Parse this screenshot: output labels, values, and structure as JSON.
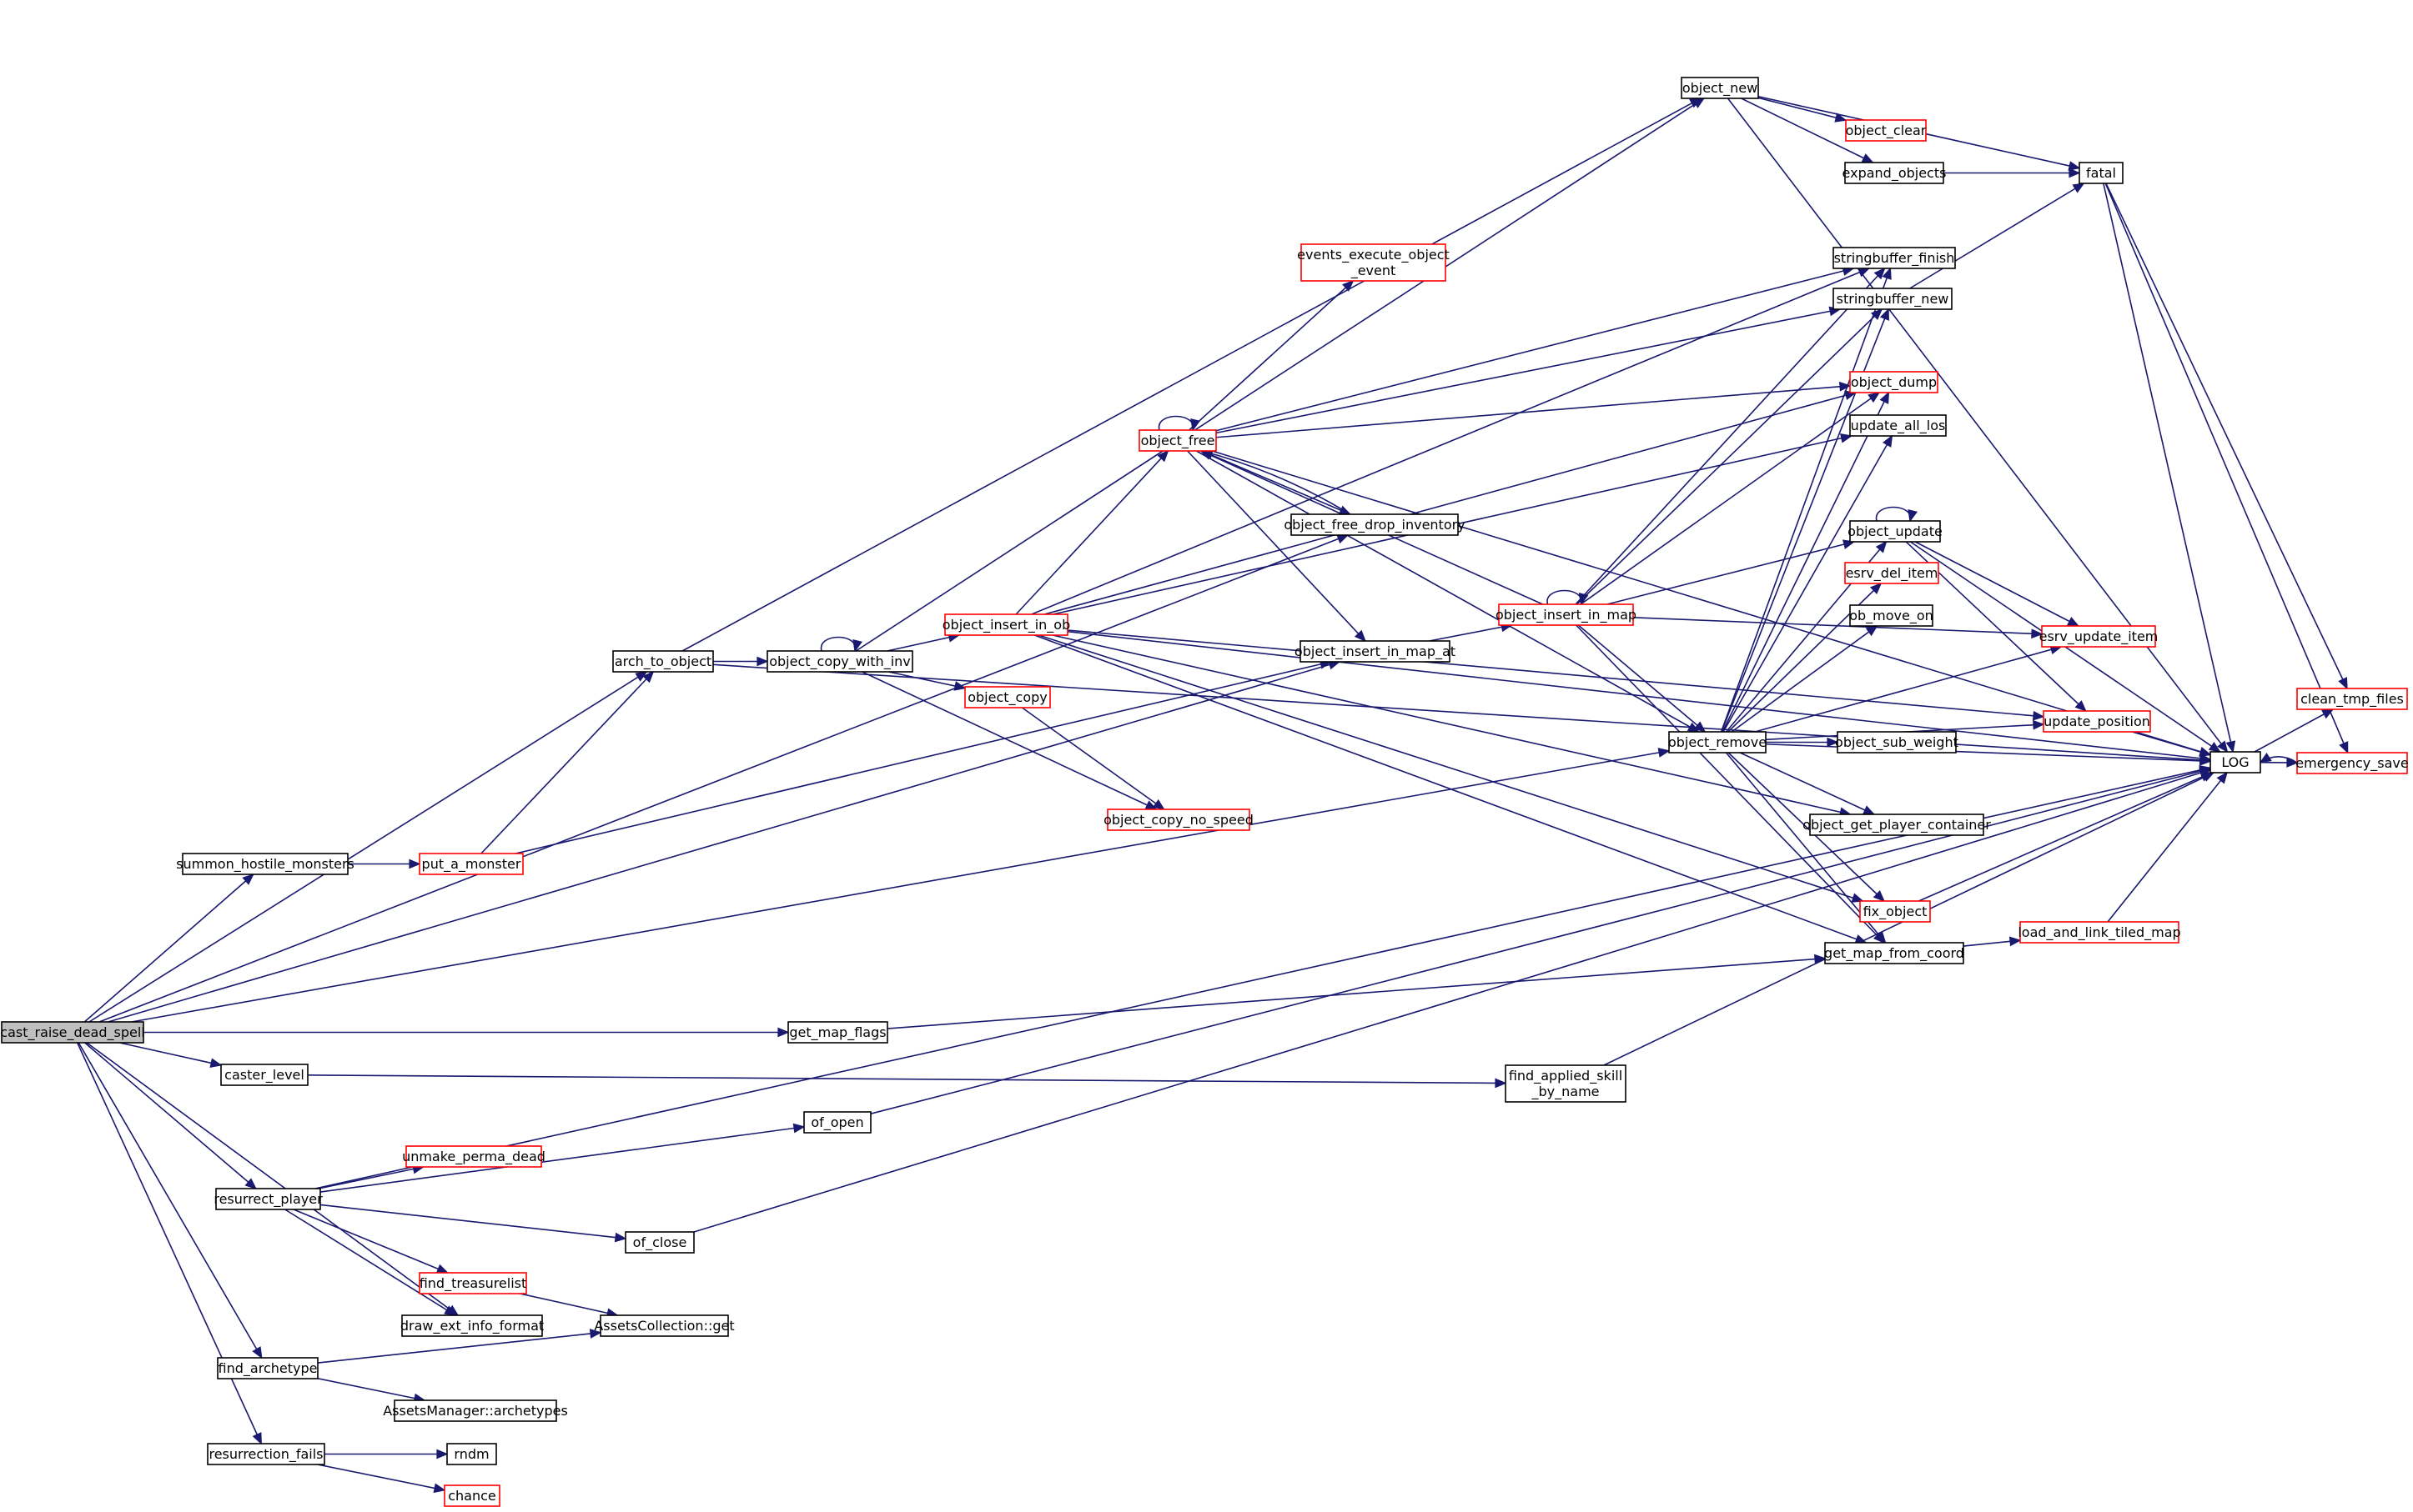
{
  "colors": {
    "edge": "#191970",
    "node_border_normal": "#000000",
    "node_border_truncated": "#ff0000",
    "node_fill_normal": "#ffffff",
    "node_fill_root": "#bfbfbf"
  },
  "nodes": {
    "cast_raise_dead_spell": {
      "lines": [
        "cast_raise_dead_spell"
      ],
      "style": "root"
    },
    "arch_to_object": {
      "lines": [
        "arch_to_object"
      ],
      "style": "normal"
    },
    "object_copy_with_inv": {
      "lines": [
        "object_copy_with_inv"
      ],
      "style": "normal"
    },
    "object_insert_in_ob": {
      "lines": [
        "object_insert_in_ob"
      ],
      "style": "truncated"
    },
    "object_copy": {
      "lines": [
        "object_copy"
      ],
      "style": "truncated"
    },
    "object_copy_no_speed": {
      "lines": [
        "object_copy_no_speed"
      ],
      "style": "truncated"
    },
    "object_new": {
      "lines": [
        "object_new"
      ],
      "style": "normal"
    },
    "object_clear": {
      "lines": [
        "object_clear"
      ],
      "style": "truncated"
    },
    "expand_objects": {
      "lines": [
        "expand_objects"
      ],
      "style": "normal"
    },
    "fatal": {
      "lines": [
        "fatal"
      ],
      "style": "normal"
    },
    "events_execute_object_event": {
      "lines": [
        "events_execute_object",
        "_event"
      ],
      "style": "truncated"
    },
    "stringbuffer_finish": {
      "lines": [
        "stringbuffer_finish"
      ],
      "style": "normal"
    },
    "stringbuffer_new": {
      "lines": [
        "stringbuffer_new"
      ],
      "style": "normal"
    },
    "object_dump": {
      "lines": [
        "object_dump"
      ],
      "style": "truncated"
    },
    "update_all_los": {
      "lines": [
        "update_all_los"
      ],
      "style": "normal"
    },
    "object_free": {
      "lines": [
        "object_free"
      ],
      "style": "truncated"
    },
    "object_free_drop_inventory": {
      "lines": [
        "object_free_drop_inventory"
      ],
      "style": "normal"
    },
    "object_insert_in_map_at": {
      "lines": [
        "object_insert_in_map_at"
      ],
      "style": "normal"
    },
    "object_insert_in_map": {
      "lines": [
        "object_insert_in_map"
      ],
      "style": "truncated"
    },
    "object_update": {
      "lines": [
        "object_update"
      ],
      "style": "normal"
    },
    "esrv_del_item": {
      "lines": [
        "esrv_del_item"
      ],
      "style": "truncated"
    },
    "ob_move_on": {
      "lines": [
        "ob_move_on"
      ],
      "style": "normal"
    },
    "esrv_update_item": {
      "lines": [
        "esrv_update_item"
      ],
      "style": "truncated"
    },
    "update_position": {
      "lines": [
        "update_position"
      ],
      "style": "truncated"
    },
    "object_remove": {
      "lines": [
        "object_remove"
      ],
      "style": "normal"
    },
    "object_sub_weight": {
      "lines": [
        "object_sub_weight"
      ],
      "style": "normal"
    },
    "object_get_player_container": {
      "lines": [
        "object_get_player_container"
      ],
      "style": "normal"
    },
    "fix_object": {
      "lines": [
        "fix_object"
      ],
      "style": "truncated"
    },
    "get_map_from_coord": {
      "lines": [
        "get_map_from_coord"
      ],
      "style": "normal"
    },
    "load_and_link_tiled_map": {
      "lines": [
        "load_and_link_tiled_map"
      ],
      "style": "truncated"
    },
    "LOG": {
      "lines": [
        "LOG"
      ],
      "style": "normal"
    },
    "clean_tmp_files": {
      "lines": [
        "clean_tmp_files"
      ],
      "style": "truncated"
    },
    "emergency_save": {
      "lines": [
        "emergency_save"
      ],
      "style": "truncated"
    },
    "summon_hostile_monsters": {
      "lines": [
        "summon_hostile_monsters"
      ],
      "style": "normal"
    },
    "put_a_monster": {
      "lines": [
        "put_a_monster"
      ],
      "style": "truncated"
    },
    "get_map_flags": {
      "lines": [
        "get_map_flags"
      ],
      "style": "normal"
    },
    "caster_level": {
      "lines": [
        "caster_level"
      ],
      "style": "normal"
    },
    "find_applied_skill_by_name": {
      "lines": [
        "find_applied_skill",
        "_by_name"
      ],
      "style": "normal"
    },
    "of_open": {
      "lines": [
        "of_open"
      ],
      "style": "normal"
    },
    "resurrect_player": {
      "lines": [
        "resurrect_player"
      ],
      "style": "normal"
    },
    "unmake_perma_dead": {
      "lines": [
        "unmake_perma_dead"
      ],
      "style": "truncated"
    },
    "of_close": {
      "lines": [
        "of_close"
      ],
      "style": "normal"
    },
    "find_treasurelist": {
      "lines": [
        "find_treasurelist"
      ],
      "style": "truncated"
    },
    "draw_ext_info_format": {
      "lines": [
        "draw_ext_info_format"
      ],
      "style": "normal"
    },
    "AssetsCollection_get": {
      "lines": [
        "AssetsCollection::get"
      ],
      "style": "normal"
    },
    "find_archetype": {
      "lines": [
        "find_archetype"
      ],
      "style": "normal"
    },
    "AssetsManager_archetypes": {
      "lines": [
        "AssetsManager::archetypes"
      ],
      "style": "normal"
    },
    "resurrection_fails": {
      "lines": [
        "resurrection_fails"
      ],
      "style": "normal"
    },
    "rndm": {
      "lines": [
        "rndm"
      ],
      "style": "normal"
    },
    "chance": {
      "lines": [
        "chance"
      ],
      "style": "truncated"
    }
  },
  "edges": [
    [
      "cast_raise_dead_spell",
      "arch_to_object"
    ],
    [
      "cast_raise_dead_spell",
      "summon_hostile_monsters"
    ],
    [
      "cast_raise_dead_spell",
      "object_free_drop_inventory"
    ],
    [
      "cast_raise_dead_spell",
      "object_insert_in_map_at"
    ],
    [
      "cast_raise_dead_spell",
      "object_remove"
    ],
    [
      "cast_raise_dead_spell",
      "get_map_flags"
    ],
    [
      "cast_raise_dead_spell",
      "caster_level"
    ],
    [
      "cast_raise_dead_spell",
      "resurrect_player"
    ],
    [
      "cast_raise_dead_spell",
      "draw_ext_info_format"
    ],
    [
      "cast_raise_dead_spell",
      "find_archetype"
    ],
    [
      "cast_raise_dead_spell",
      "resurrection_fails"
    ],
    [
      "arch_to_object",
      "object_copy_with_inv"
    ],
    [
      "arch_to_object",
      "object_new"
    ],
    [
      "arch_to_object",
      "LOG"
    ],
    [
      "object_copy_with_inv",
      "object_copy_with_inv"
    ],
    [
      "object_copy_with_inv",
      "object_new"
    ],
    [
      "object_copy_with_inv",
      "object_insert_in_ob"
    ],
    [
      "object_copy_with_inv",
      "object_copy"
    ],
    [
      "object_copy_with_inv",
      "object_copy_no_speed"
    ],
    [
      "object_copy",
      "object_copy_no_speed"
    ],
    [
      "object_insert_in_ob",
      "object_free"
    ],
    [
      "object_insert_in_ob",
      "stringbuffer_finish"
    ],
    [
      "object_insert_in_ob",
      "object_dump"
    ],
    [
      "object_insert_in_ob",
      "update_all_los"
    ],
    [
      "object_insert_in_ob",
      "object_get_player_container"
    ],
    [
      "object_insert_in_ob",
      "fix_object"
    ],
    [
      "object_insert_in_ob",
      "get_map_from_coord"
    ],
    [
      "object_insert_in_ob",
      "update_position"
    ],
    [
      "object_insert_in_ob",
      "LOG"
    ],
    [
      "object_new",
      "object_clear"
    ],
    [
      "object_new",
      "expand_objects"
    ],
    [
      "object_new",
      "fatal"
    ],
    [
      "object_new",
      "LOG"
    ],
    [
      "expand_objects",
      "fatal"
    ],
    [
      "fatal",
      "clean_tmp_files"
    ],
    [
      "fatal",
      "emergency_save"
    ],
    [
      "fatal",
      "LOG"
    ],
    [
      "stringbuffer_new",
      "fatal"
    ],
    [
      "object_free",
      "object_free"
    ],
    [
      "object_free",
      "events_execute_object_event"
    ],
    [
      "object_free",
      "stringbuffer_finish"
    ],
    [
      "object_free",
      "stringbuffer_new"
    ],
    [
      "object_free",
      "object_dump"
    ],
    [
      "object_free",
      "object_free_drop_inventory"
    ],
    [
      "object_free",
      "object_insert_in_map_at"
    ],
    [
      "object_free",
      "object_remove"
    ],
    [
      "object_free",
      "LOG"
    ],
    [
      "object_free_drop_inventory",
      "object_free"
    ],
    [
      "object_insert_in_map_at",
      "object_insert_in_map"
    ],
    [
      "object_insert_in_map",
      "object_insert_in_map"
    ],
    [
      "object_insert_in_map",
      "object_free"
    ],
    [
      "object_insert_in_map",
      "stringbuffer_finish"
    ],
    [
      "object_insert_in_map",
      "stringbuffer_new"
    ],
    [
      "object_insert_in_map",
      "object_dump"
    ],
    [
      "object_insert_in_map",
      "object_update"
    ],
    [
      "object_insert_in_map",
      "object_remove"
    ],
    [
      "object_insert_in_map",
      "get_map_from_coord"
    ],
    [
      "object_insert_in_map",
      "esrv_update_item"
    ],
    [
      "object_remove",
      "stringbuffer_finish"
    ],
    [
      "object_remove",
      "stringbuffer_new"
    ],
    [
      "object_remove",
      "object_dump"
    ],
    [
      "object_remove",
      "update_all_los"
    ],
    [
      "object_remove",
      "object_update"
    ],
    [
      "object_remove",
      "esrv_del_item"
    ],
    [
      "object_remove",
      "ob_move_on"
    ],
    [
      "object_remove",
      "esrv_update_item"
    ],
    [
      "object_remove",
      "update_position"
    ],
    [
      "object_remove",
      "object_sub_weight"
    ],
    [
      "object_remove",
      "LOG"
    ],
    [
      "object_remove",
      "object_get_player_container"
    ],
    [
      "object_remove",
      "fix_object"
    ],
    [
      "object_remove",
      "get_map_from_coord"
    ],
    [
      "object_update",
      "object_update"
    ],
    [
      "object_update",
      "esrv_update_item"
    ],
    [
      "object_update",
      "update_position"
    ],
    [
      "object_update",
      "LOG"
    ],
    [
      "update_position",
      "LOG"
    ],
    [
      "fix_object",
      "LOG"
    ],
    [
      "get_map_from_coord",
      "load_and_link_tiled_map"
    ],
    [
      "load_and_link_tiled_map",
      "LOG"
    ],
    [
      "LOG",
      "clean_tmp_files"
    ],
    [
      "LOG",
      "emergency_save"
    ],
    [
      "emergency_save",
      "LOG"
    ],
    [
      "summon_hostile_monsters",
      "put_a_monster"
    ],
    [
      "put_a_monster",
      "arch_to_object"
    ],
    [
      "put_a_monster",
      "object_insert_in_map_at"
    ],
    [
      "get_map_flags",
      "get_map_from_coord"
    ],
    [
      "caster_level",
      "find_applied_skill_by_name"
    ],
    [
      "find_applied_skill_by_name",
      "LOG"
    ],
    [
      "resurrect_player",
      "of_open"
    ],
    [
      "resurrect_player",
      "unmake_perma_dead"
    ],
    [
      "resurrect_player",
      "LOG"
    ],
    [
      "resurrect_player",
      "of_close"
    ],
    [
      "resurrect_player",
      "find_treasurelist"
    ],
    [
      "resurrect_player",
      "draw_ext_info_format"
    ],
    [
      "of_open",
      "LOG"
    ],
    [
      "of_close",
      "LOG"
    ],
    [
      "find_treasurelist",
      "AssetsCollection_get"
    ],
    [
      "find_archetype",
      "AssetsCollection_get"
    ],
    [
      "find_archetype",
      "AssetsManager_archetypes"
    ],
    [
      "resurrection_fails",
      "rndm"
    ],
    [
      "resurrection_fails",
      "chance"
    ]
  ]
}
